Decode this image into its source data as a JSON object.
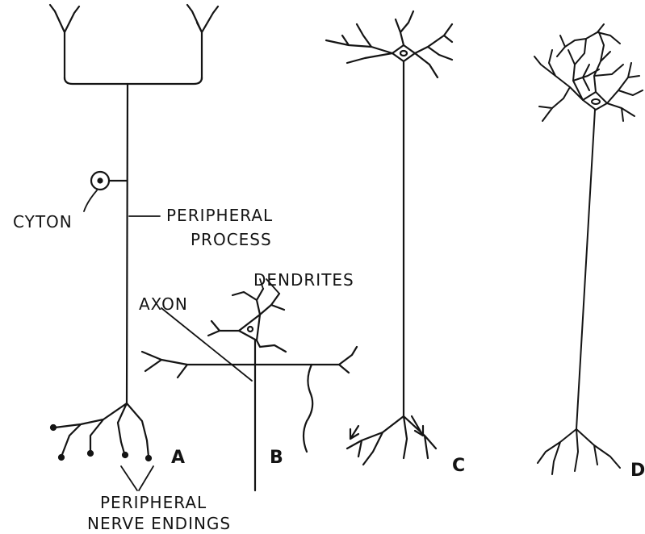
{
  "labels": {
    "cyton": "CYTON",
    "peripheral_process_line1": "PERIPHERAL",
    "peripheral_process_line2": "PROCESS",
    "dendrites": "DENDRITES",
    "axon": "AXON",
    "peripheral_nerve_endings_line1": "PERIPHERAL",
    "peripheral_nerve_endings_line2": "NERVE ENDINGS"
  },
  "panels": [
    "A",
    "B",
    "C",
    "D"
  ],
  "colors": {
    "ink": "#141414",
    "background": "#ffffff"
  }
}
